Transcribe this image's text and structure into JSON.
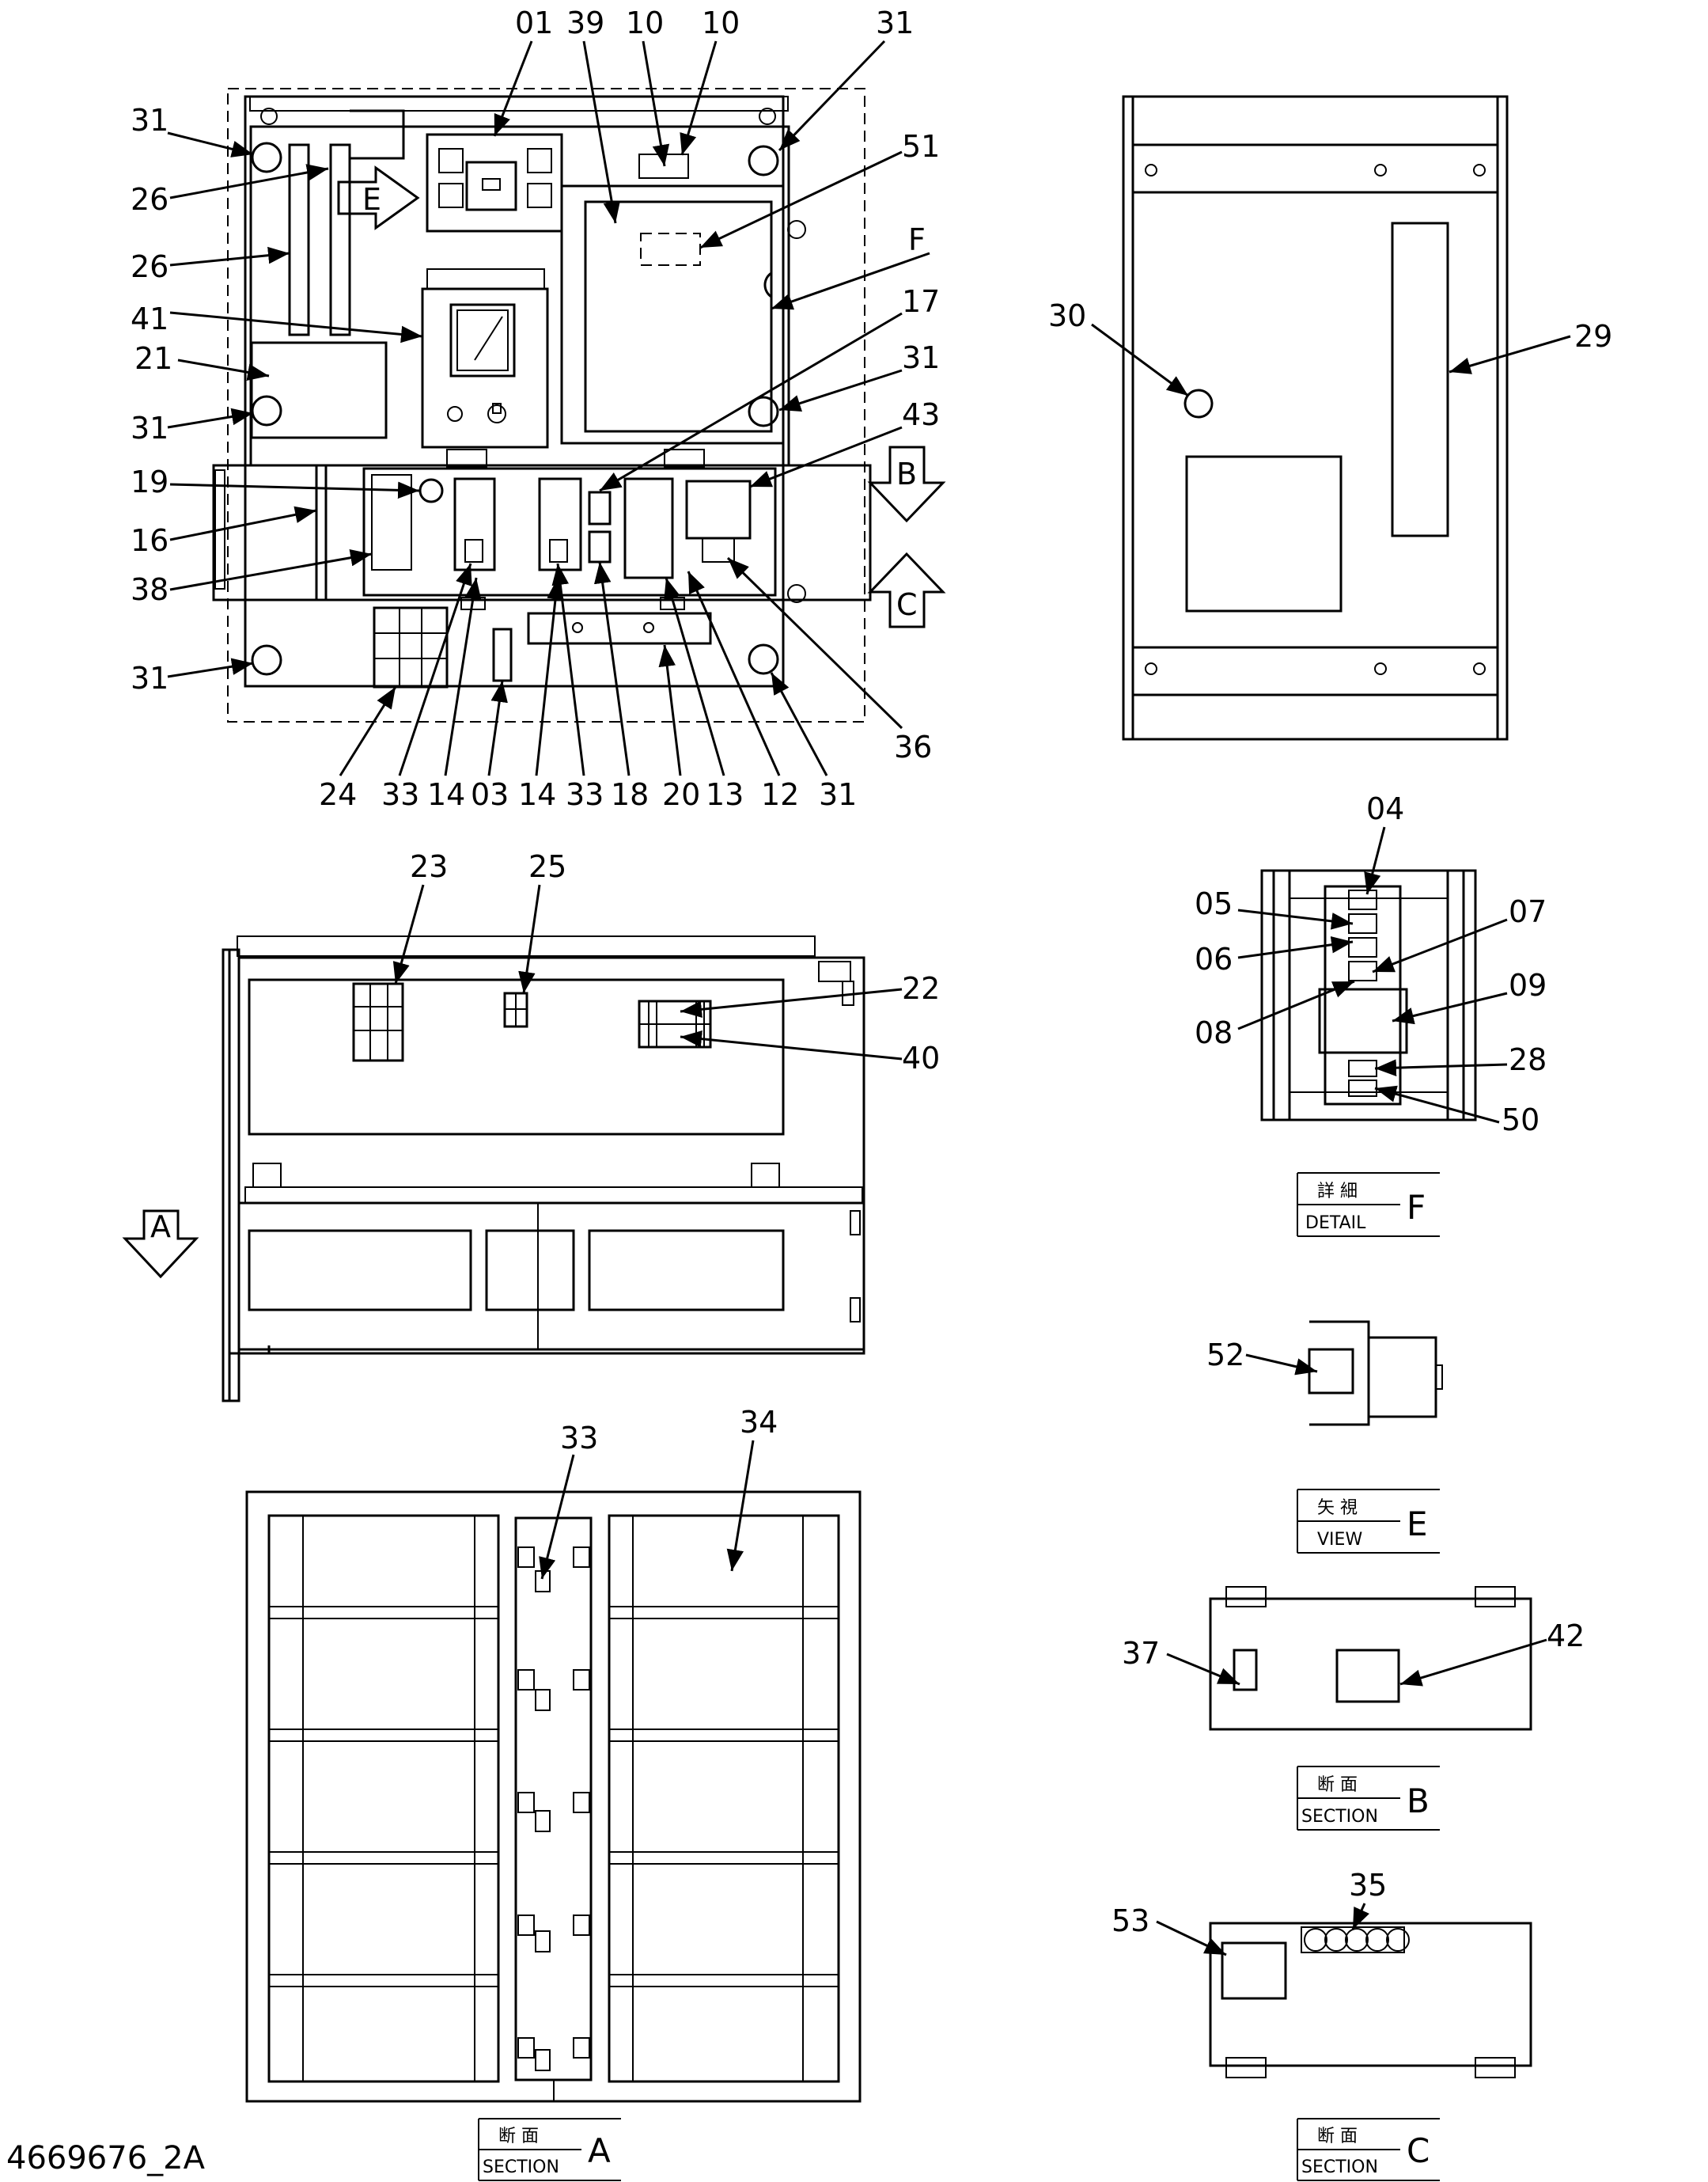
{
  "drawing_id": "4669676_2A",
  "labels": [
    "01",
    "39",
    "10",
    "10",
    "31",
    "31",
    "26",
    "26",
    "21",
    "31",
    "41",
    "19",
    "16",
    "38",
    "31",
    "51",
    "F",
    "17",
    "31",
    "43",
    "36",
    "24",
    "33",
    "14",
    "03",
    "14",
    "33",
    "18",
    "20",
    "13",
    "12",
    "31",
    "B",
    "C",
    "30",
    "29",
    "23",
    "25",
    "22",
    "40",
    "A",
    "04",
    "05",
    "06",
    "07",
    "08",
    "09",
    "28",
    "50",
    "52",
    "33",
    "34",
    "37",
    "42",
    "35",
    "53",
    "E"
  ],
  "captions": {
    "detail_f": {
      "jp": "詳 細",
      "en": "DETAIL",
      "letter": "F"
    },
    "view_e": {
      "jp": "矢 視",
      "en": "VIEW",
      "letter": "E"
    },
    "section_b": {
      "jp": "断 面",
      "en": "SECTION",
      "letter": "B"
    },
    "section_c": {
      "jp": "断 面",
      "en": "SECTION",
      "letter": "C"
    },
    "section_a": {
      "jp": "断 面",
      "en": "SECTION",
      "letter": "A"
    }
  },
  "view_arrows": {
    "a": "A",
    "b": "B",
    "c": "C",
    "e": "E"
  }
}
